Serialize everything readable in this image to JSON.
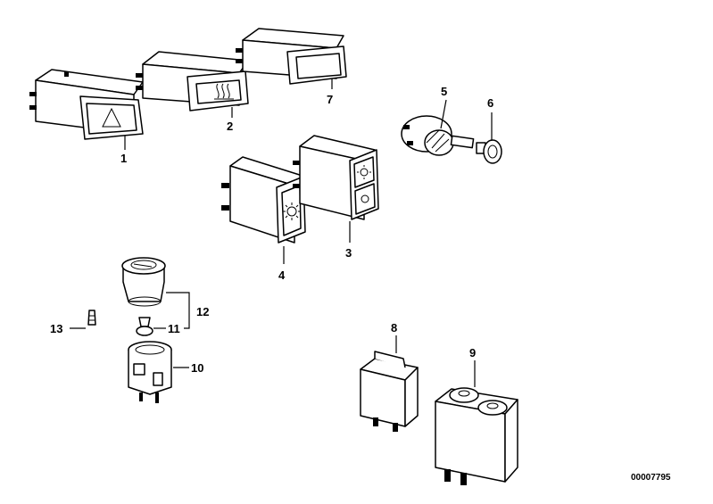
{
  "diagram": {
    "drawing_code": "00007795",
    "callouts": {
      "c1": "1",
      "c2": "2",
      "c3": "3",
      "c4": "4",
      "c5": "5",
      "c6": "6",
      "c7": "7",
      "c8": "8",
      "c9": "9",
      "c10": "10",
      "c11": "11",
      "c12": "12",
      "c13": "13"
    }
  }
}
